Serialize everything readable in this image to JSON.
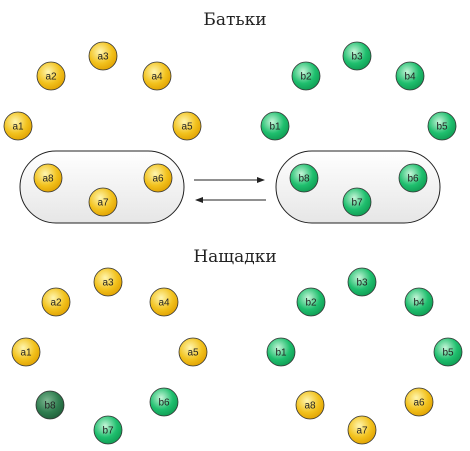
{
  "titles": {
    "parents": "Батьки",
    "offspring": "Нащадки"
  },
  "colors": {
    "yellow": "#f2c21e",
    "green": "#1fbf6e",
    "dark_green": "#2f7d4f"
  },
  "parents": {
    "left": [
      {
        "label": "a1",
        "color": "yellow"
      },
      {
        "label": "a2",
        "color": "yellow"
      },
      {
        "label": "a3",
        "color": "yellow"
      },
      {
        "label": "a4",
        "color": "yellow"
      },
      {
        "label": "a5",
        "color": "yellow"
      },
      {
        "label": "a6",
        "color": "yellow"
      },
      {
        "label": "a7",
        "color": "yellow"
      },
      {
        "label": "a8",
        "color": "yellow"
      }
    ],
    "right": [
      {
        "label": "b1",
        "color": "green"
      },
      {
        "label": "b2",
        "color": "green"
      },
      {
        "label": "b3",
        "color": "green"
      },
      {
        "label": "b4",
        "color": "green"
      },
      {
        "label": "b5",
        "color": "green"
      },
      {
        "label": "b6",
        "color": "green"
      },
      {
        "label": "b7",
        "color": "green"
      },
      {
        "label": "b8",
        "color": "green"
      }
    ]
  },
  "offspring": {
    "left": [
      {
        "label": "a1",
        "color": "yellow"
      },
      {
        "label": "a2",
        "color": "yellow"
      },
      {
        "label": "a3",
        "color": "yellow"
      },
      {
        "label": "a4",
        "color": "yellow"
      },
      {
        "label": "a5",
        "color": "yellow"
      },
      {
        "label": "b6",
        "color": "green"
      },
      {
        "label": "b7",
        "color": "green"
      },
      {
        "label": "b8",
        "color": "dark_green"
      }
    ],
    "right": [
      {
        "label": "b1",
        "color": "green"
      },
      {
        "label": "b2",
        "color": "green"
      },
      {
        "label": "b3",
        "color": "green"
      },
      {
        "label": "b4",
        "color": "green"
      },
      {
        "label": "b5",
        "color": "green"
      },
      {
        "label": "a6",
        "color": "yellow"
      },
      {
        "label": "a7",
        "color": "yellow"
      },
      {
        "label": "a8",
        "color": "yellow"
      }
    ]
  }
}
